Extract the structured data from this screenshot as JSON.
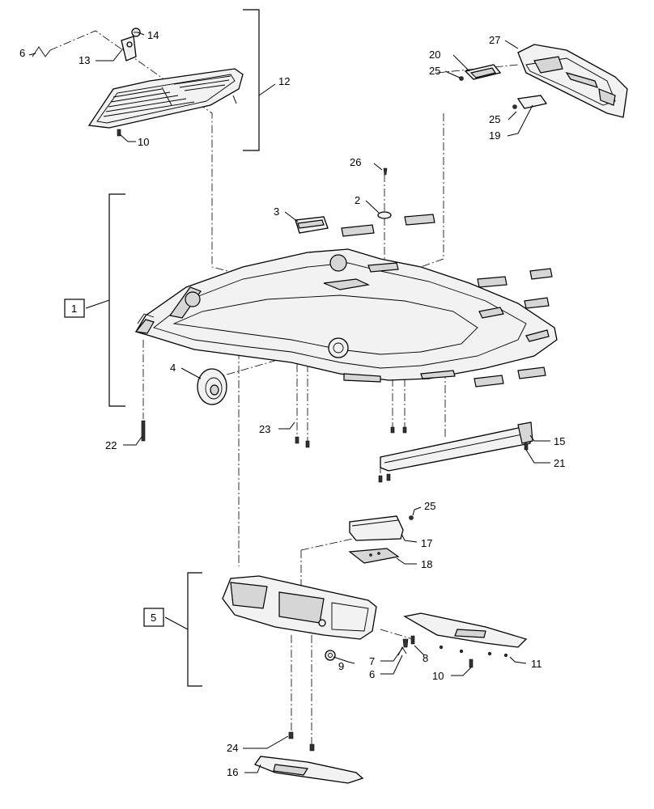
{
  "callouts": {
    "c1": "1",
    "c2": "2",
    "c3": "3",
    "c4": "4",
    "c5": "5",
    "c6a": "6",
    "c6b": "6",
    "c7": "7",
    "c8": "8",
    "c9": "9",
    "c10a": "10",
    "c10b": "10",
    "c11": "11",
    "c12": "12",
    "c13": "13",
    "c14": "14",
    "c15": "15",
    "c16": "16",
    "c17": "17",
    "c18": "18",
    "c19": "19",
    "c20": "20",
    "c21": "21",
    "c22": "22",
    "c23": "23",
    "c24": "24",
    "c25a": "25",
    "c25b": "25",
    "c25c": "25",
    "c26": "26",
    "c27": "27"
  },
  "colors": {
    "line": "#000000",
    "part_fill": "#f2f2f2",
    "shade": "#d6d6d6"
  }
}
